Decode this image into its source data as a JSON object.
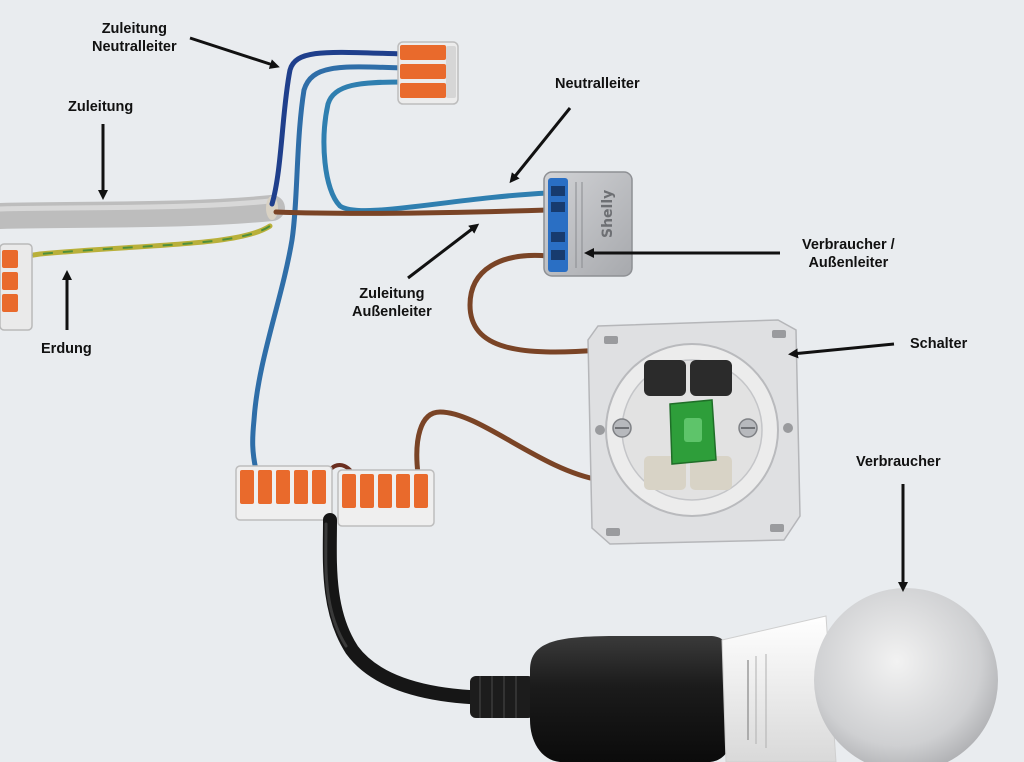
{
  "labels": {
    "zuleitung_neutralleiter": {
      "line1": "Zuleitung",
      "line2": "Neutralleiter"
    },
    "zuleitung": "Zuleitung",
    "erdung": "Erdung",
    "neutralleiter": "Neutralleiter",
    "verbraucher_aussenleiter": {
      "line1": "Verbraucher /",
      "line2": "Außenleiter"
    },
    "zuleitung_aussenleiter": {
      "line1": "Zuleitung",
      "line2": "Außenleiter"
    },
    "schalter": "Schalter",
    "verbraucher": "Verbraucher"
  },
  "relay": {
    "brand": "Shelly"
  },
  "colors": {
    "background": "#e9ecef",
    "neutral_wire": "#2f6ea8",
    "neutral_wire_dark": "#1f3f8c",
    "phase_wire": "#7a4426",
    "earth_wire": "#b9b03a",
    "cable_sheath": "#bdbdbd",
    "lamp_cord": "#161616",
    "connector_orange": "#e96a2c",
    "arrow": "#111111"
  }
}
